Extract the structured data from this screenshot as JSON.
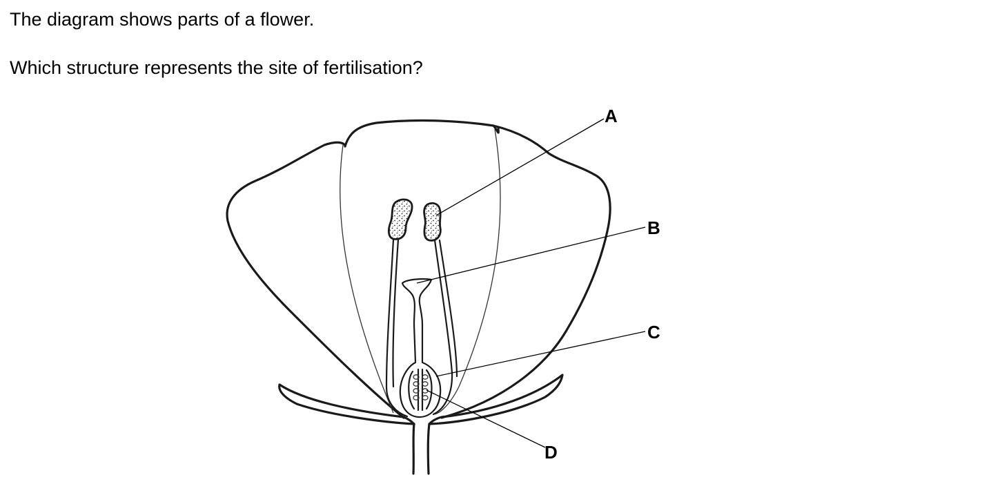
{
  "question": {
    "intro": "The diagram shows parts of a flower.",
    "prompt": "Which structure represents the site of fertilisation?"
  },
  "diagram": {
    "labels": {
      "a": "A",
      "b": "B",
      "c": "C",
      "d": "D"
    }
  }
}
